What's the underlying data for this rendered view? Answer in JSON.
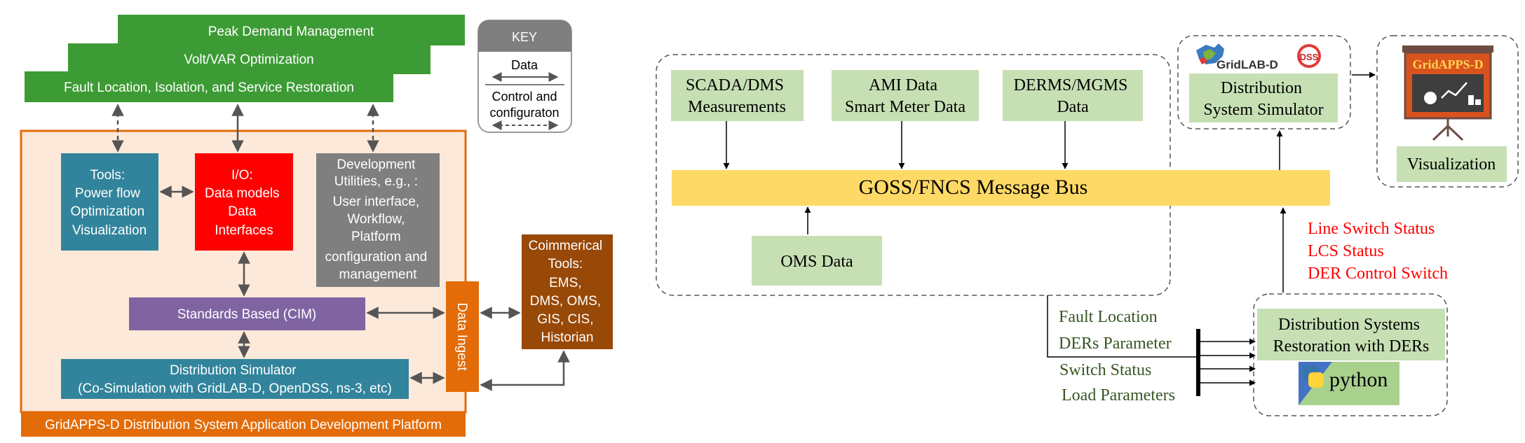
{
  "left": {
    "apps": {
      "peak": "Peak Demand Management",
      "volt": "Volt/VAR Optimization",
      "flisr": "Fault Location, Isolation, and Service Restoration"
    },
    "key": {
      "title": "KEY",
      "data": "Data",
      "control_1": "Control and",
      "control_2": "configuraton"
    },
    "tools": [
      "Tools:",
      "Power flow",
      "Optimization",
      "Visualization"
    ],
    "io": [
      "I/O:",
      "Data models",
      "Data",
      "Interfaces"
    ],
    "dev": [
      "Development",
      "Utilities, e.g., :",
      "User interface,",
      "Workflow,",
      "Platform",
      "configuration and",
      "management"
    ],
    "commercial": [
      "Coimmerical",
      "Tools:",
      "EMS,",
      "DMS, OMS,",
      "GIS, CIS,",
      "Historian"
    ],
    "standards": "Standards Based (CIM)",
    "simulator": [
      "Distribution Simulator",
      "(Co-Simulation with GridLAB-D, OpenDSS, ns-3, etc)"
    ],
    "ingest": "Data Ingest",
    "platform": "GridAPPS-D Distribution System Application Development Platform"
  },
  "right": {
    "scada": [
      "SCADA/DMS",
      "Measurements"
    ],
    "ami": [
      "AMI Data",
      "Smart Meter Data"
    ],
    "derms": [
      "DERMS/MGMS",
      "Data"
    ],
    "bus": "GOSS/FNCS Message Bus",
    "oms": "OMS Data",
    "gridlabd_logo": "GridLAB-D",
    "dss_logo": "DSS",
    "sim": [
      "Distribution",
      "System Simulator"
    ],
    "gridapps_logo": "GridAPPS-D",
    "vis": "Visualization",
    "status": [
      "Line Switch Status",
      "LCS Status",
      "DER Control Switch"
    ],
    "params": [
      "Fault Location",
      "DERs Parameter",
      "Switch Status",
      "Load Parameters"
    ],
    "restoration": [
      "Distribution Systems",
      "Restoration with DERs"
    ],
    "python": "python"
  },
  "colors": {
    "green": "#3d9b35",
    "teal": "#31849b",
    "red": "#ff0000",
    "gray": "#7f7f7f",
    "purple": "#8064a2",
    "orange": "#e36c09",
    "brown": "#984807",
    "peach": "#fde9d9",
    "light_green": "#c6e0b4",
    "yellow": "#ffd966",
    "status_red": "#ff0000",
    "param_green": "#375623"
  }
}
